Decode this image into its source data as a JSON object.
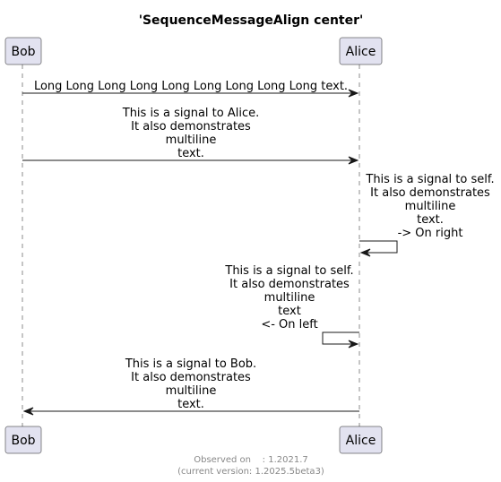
{
  "diagram": {
    "title": "'SequenceMessageAlign center'",
    "participants": {
      "bob": "Bob",
      "alice": "Alice"
    },
    "messages": [
      {
        "from": "Bob",
        "to": "Alice",
        "lines": [
          "Long Long Long Long Long Long Long Long Long text."
        ]
      },
      {
        "from": "Bob",
        "to": "Alice",
        "lines": [
          "This is a signal to Alice.",
          "It also demonstrates",
          "multiline",
          "text."
        ]
      },
      {
        "from": "Alice",
        "to": "Alice",
        "direction": "right",
        "lines": [
          "This is a signal to self.",
          "It also demonstrates",
          "multiline",
          "text.",
          "-> On right"
        ]
      },
      {
        "from": "Alice",
        "to": "Alice",
        "direction": "left",
        "lines": [
          "This is a signal to self.",
          "It also demonstrates",
          "multiline",
          "text",
          "<- On left"
        ]
      },
      {
        "from": "Alice",
        "to": "Bob",
        "lines": [
          "This is a signal to Bob.",
          "It also demonstrates",
          "multiline",
          "text."
        ]
      }
    ],
    "footer": {
      "line1": "Observed on    : 1.2021.7",
      "line2": "(current version: 1.2025.5beta3)"
    }
  }
}
